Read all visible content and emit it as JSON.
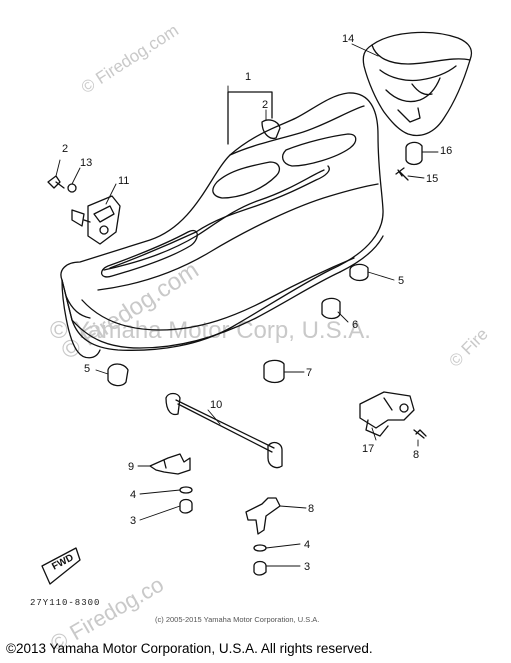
{
  "watermarks": {
    "firedog_top": "© Firedog.com",
    "firedog_mid": "© Firedog.com",
    "firedog_right": "© Fire",
    "firedog_bottom": "© Firedog.co",
    "yamaha_center": "© Yamaha Motor Corp, U.S.A."
  },
  "callouts": [
    {
      "id": "1",
      "label": "1"
    },
    {
      "id": "2a",
      "label": "2"
    },
    {
      "id": "2b",
      "label": "2"
    },
    {
      "id": "13",
      "label": "13"
    },
    {
      "id": "11",
      "label": "11"
    },
    {
      "id": "14",
      "label": "14"
    },
    {
      "id": "16",
      "label": "16"
    },
    {
      "id": "15",
      "label": "15"
    },
    {
      "id": "5a",
      "label": "5"
    },
    {
      "id": "6",
      "label": "6"
    },
    {
      "id": "7",
      "label": "7"
    },
    {
      "id": "5b",
      "label": "5"
    },
    {
      "id": "10",
      "label": "10"
    },
    {
      "id": "9",
      "label": "9"
    },
    {
      "id": "4a",
      "label": "4"
    },
    {
      "id": "3a",
      "label": "3"
    },
    {
      "id": "8a",
      "label": "8"
    },
    {
      "id": "4b",
      "label": "4"
    },
    {
      "id": "3b",
      "label": "3"
    },
    {
      "id": "17",
      "label": "17"
    },
    {
      "id": "8b",
      "label": "8"
    }
  ],
  "fwd_label": "FWD",
  "ref_code": "27Y110-8300",
  "copyright_small": "(c) 2005-2015 Yamaha Motor Corporation, U.S.A.",
  "copyright_footer": "©2013 Yamaha Motor Corporation, U.S.A. All rights reserved."
}
